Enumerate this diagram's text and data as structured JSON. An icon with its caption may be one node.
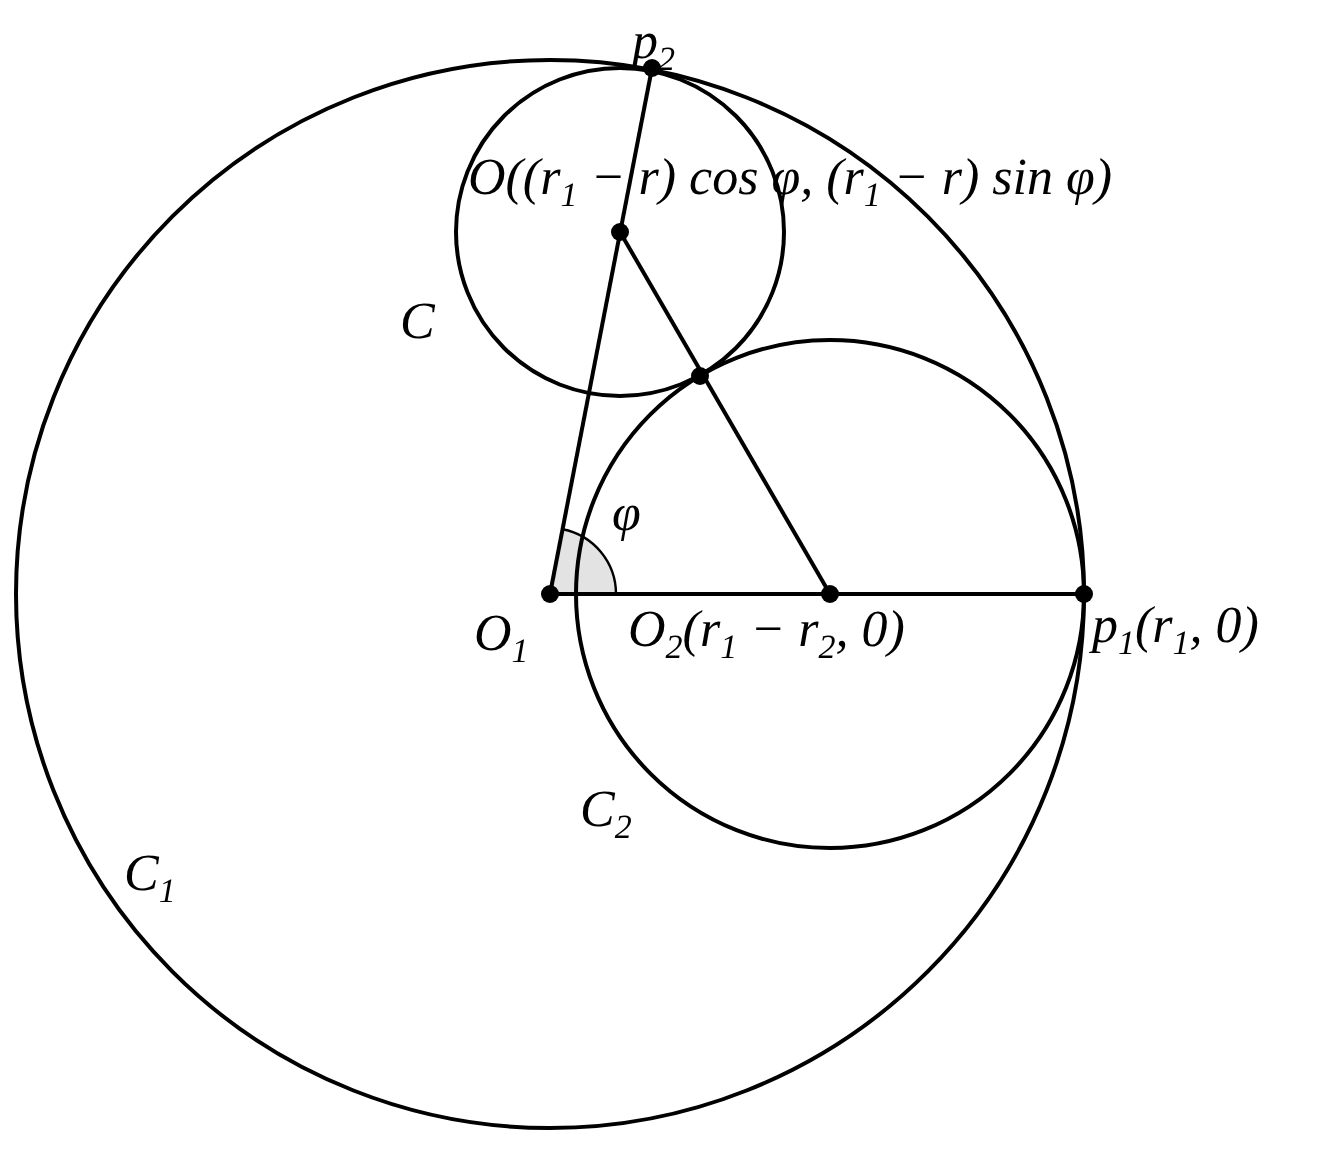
{
  "diagram": {
    "labels": [
      "p$_{2}$",
      "O((r$_{1}$ − r) cos φ, (r$_{1}$ − r) sin φ)",
      "C",
      "φ",
      "O$_{1}$",
      "O$_{2}$(r$_{1}$ − r$_{2}$, 0)",
      "p$_{1}$(r$_{1}$, 0)",
      "C$_{2}$",
      "C$_{1}$"
    ]
  }
}
